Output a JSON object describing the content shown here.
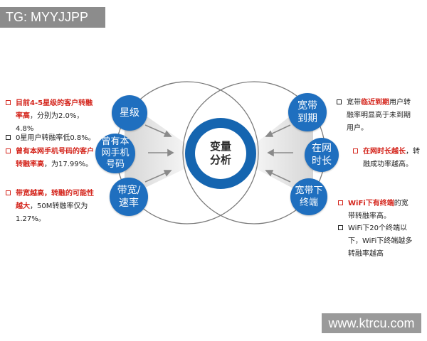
{
  "corner_tag": "TG: MYYJJPP",
  "watermark": "www.ktrcu.com",
  "center_label": "变量\n分析",
  "left_nodes": [
    "星级",
    "曾有本\n网手机\n号码",
    "带宽/\n速率"
  ],
  "right_nodes": [
    "宽带\n到期",
    "在网\n时长",
    "宽带下\n终端"
  ],
  "notes_left": [
    {
      "box": "red",
      "parts": [
        {
          "t": "目前4-5星级的客户转融率高",
          "red": true
        },
        {
          "t": "，分别为2.0%，4.8%",
          "red": false
        }
      ]
    },
    {
      "box": "black",
      "parts": [
        {
          "t": "0星用户转融率低0.8%。",
          "red": false
        }
      ]
    },
    {
      "box": "red",
      "parts": [
        {
          "t": "曾有本网手机号码的客户转融率高",
          "red": true
        },
        {
          "t": "，为17.99%。",
          "red": false
        }
      ]
    },
    {
      "box": "red",
      "parts": [
        {
          "t": "带宽越高，转融的可能性越大",
          "red": true
        },
        {
          "t": "，50M转融率仅为1.27%。",
          "red": false
        }
      ]
    }
  ],
  "notes_right": [
    {
      "box": "black",
      "parts": [
        {
          "t": "宽带",
          "red": false
        },
        {
          "t": "临近到期",
          "red": true
        },
        {
          "t": "用户转融率明显高于未到期用户。",
          "red": false
        }
      ]
    },
    {
      "box": "red",
      "parts": [
        {
          "t": "在网时长越长",
          "red": true
        },
        {
          "t": "，转融成功率越高。",
          "red": false
        }
      ]
    },
    {
      "box": "red",
      "parts": [
        {
          "t": "WiFi下有终端",
          "red": true
        },
        {
          "t": "的宽带转融率高。",
          "red": false
        }
      ]
    },
    {
      "box": "black",
      "parts": [
        {
          "t": "WiFi下20个终端以下，WiFi下终端越多转融率越高",
          "red": false
        }
      ]
    }
  ]
}
